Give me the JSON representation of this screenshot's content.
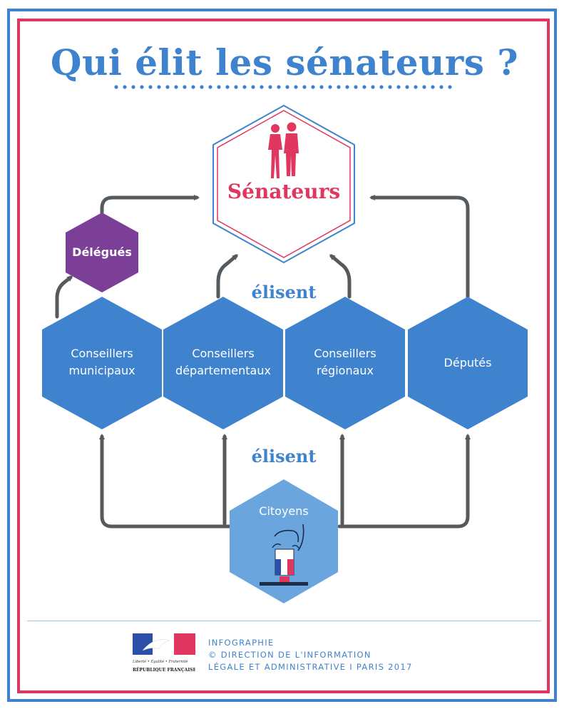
{
  "title": "Qui élit les sénateurs ?",
  "center": {
    "label": "Sénateurs"
  },
  "verbs": {
    "upper": "élisent",
    "lower": "élisent"
  },
  "nodes": {
    "delegues": "Délégués",
    "municipaux": [
      "Conseillers",
      "municipaux"
    ],
    "departementaux": [
      "Conseillers",
      "départementaux"
    ],
    "regionaux": [
      "Conseillers",
      "régionaux"
    ],
    "deputes": "Députés",
    "citoyens": "Citoyens"
  },
  "footer": {
    "line1": "INFOGRAPHIE",
    "line2": "© DIRECTION DE L'INFORMATION",
    "line3": "LÉGALE ET ADMINISTRATIVE I PARIS 2017",
    "logo_motto": "Liberté • Égalité • Fraternité",
    "logo_name": "RÉPUBLIQUE FRANÇAISE"
  },
  "colors": {
    "blue": "#3f83cf",
    "light_blue": "#6aa6dd",
    "red": "#e0365f",
    "purple": "#7b3f98",
    "arrow": "#555a5e"
  }
}
